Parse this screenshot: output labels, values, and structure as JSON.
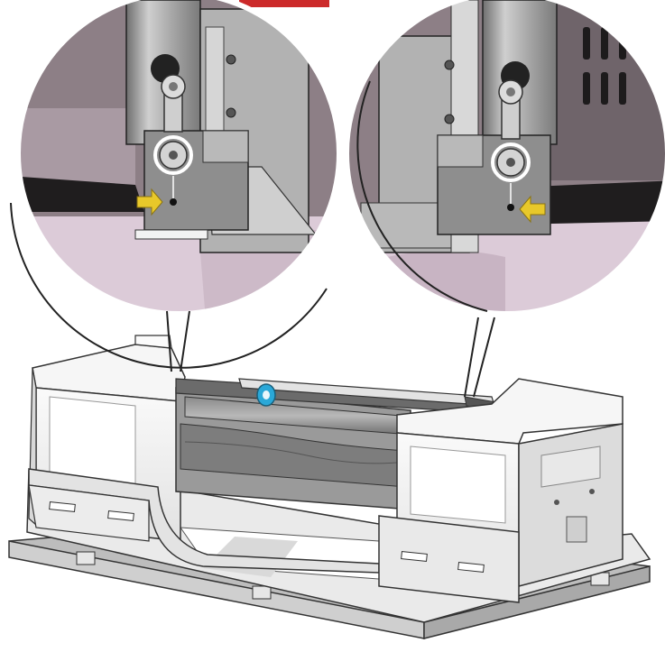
{
  "figure": {
    "type": "technical-illustration",
    "subject": "printer-in-shipping-packaging",
    "callouts": [
      {
        "id": "left-detail",
        "arrow_direction": "right"
      },
      {
        "id": "right-detail",
        "arrow_direction": "left"
      }
    ]
  },
  "colors": {
    "arrow": "#e8c82a",
    "roller_accent": "#2aa8d8",
    "accent_red": "#cc2a2a",
    "foam": "#f1f1f1",
    "chassis": "#8d7f86",
    "pink": "#dccbd8"
  }
}
